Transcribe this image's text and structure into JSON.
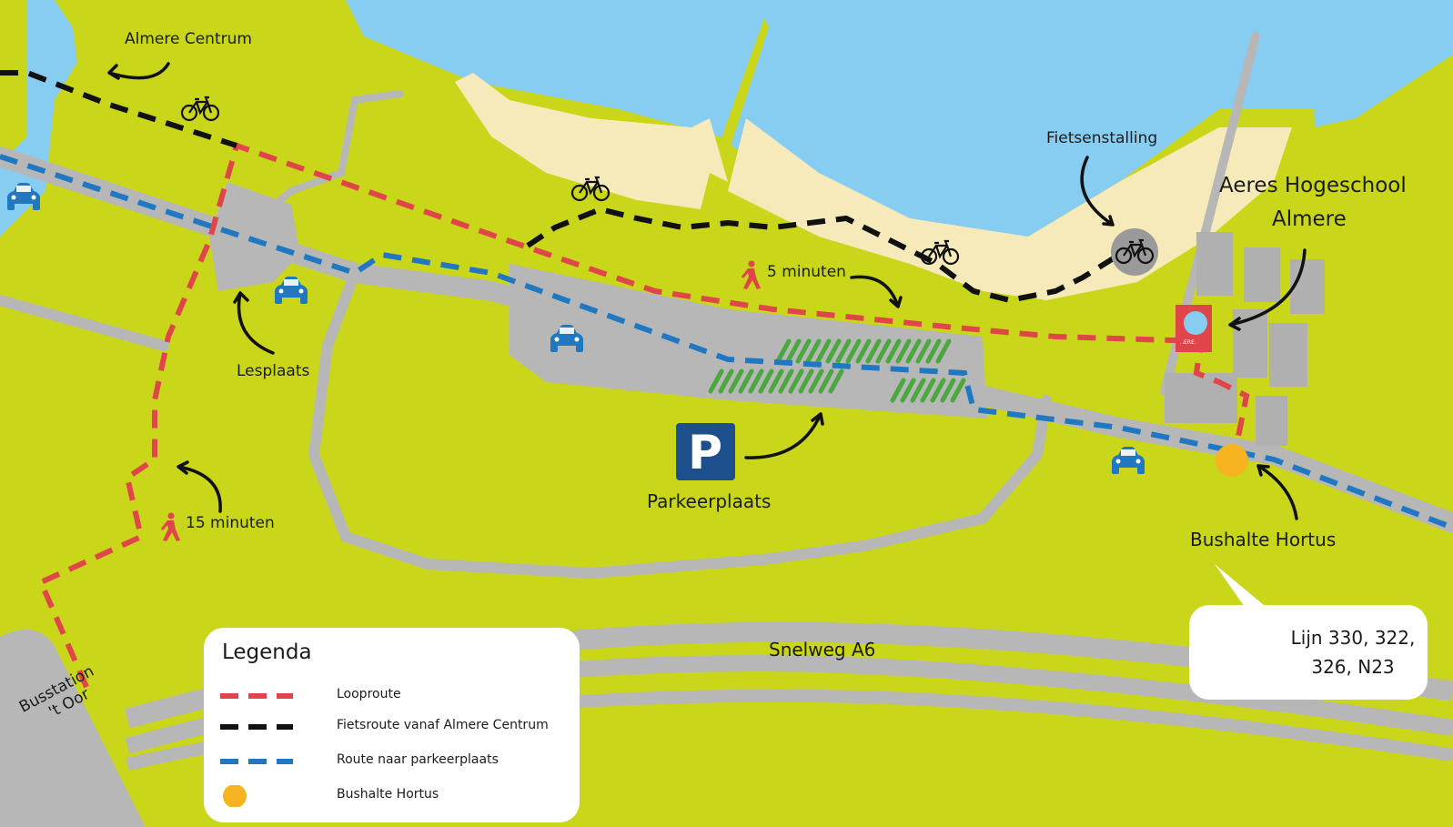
{
  "colors": {
    "grass": "#c9d61a",
    "water": "#86cdf1",
    "beach": "#f6eabb",
    "road": "#b7b7b7",
    "walk_route": "#e0454a",
    "bike_route": "#111111",
    "car_route": "#1f78c1",
    "bus_stop": "#f7b320",
    "parking_sign": "#1d4f8d",
    "parking_spots": "#4aa83f",
    "building": "#b0b0b0",
    "aeres_logo": "#e0454a"
  },
  "labels": {
    "almere_centrum": "Almere Centrum",
    "fietsenstalling": "Fietsenstalling",
    "aeres_line1": "Aeres Hogeschool",
    "aeres_line2": "Almere",
    "lesplaats": "Lesplaats",
    "five_minutes": "5 minuten",
    "fifteen_minutes": "15 minuten",
    "parkeerplaats": "Parkeerplaats",
    "bushalte_hortus": "Bushalte Hortus",
    "snelweg": "Snelweg A6",
    "busstation_line1": "Busstation",
    "busstation_line2": "'t Oor",
    "parking_letter": "P",
    "logo_text": "AERES"
  },
  "bus_info": {
    "line1": "Lijn 330, 322,",
    "line2": "326, N23"
  },
  "legend": {
    "title": "Legenda",
    "items": [
      {
        "label": "Looproute",
        "symbol": "red-dash-line"
      },
      {
        "label": "Fietsroute vanaf Almere Centrum",
        "symbol": "black-dash-line"
      },
      {
        "label": "Route naar parkeerplaats",
        "symbol": "blue-dash-line"
      },
      {
        "label": "Bushalte Hortus",
        "symbol": "orange-dot"
      }
    ]
  },
  "icons": [
    "car-icon",
    "bicycle-icon",
    "walking-person-icon",
    "bus-icon",
    "parking-sign-icon",
    "arrow-icon",
    "aeres-logo-icon",
    "bus-stop-dot-icon"
  ]
}
